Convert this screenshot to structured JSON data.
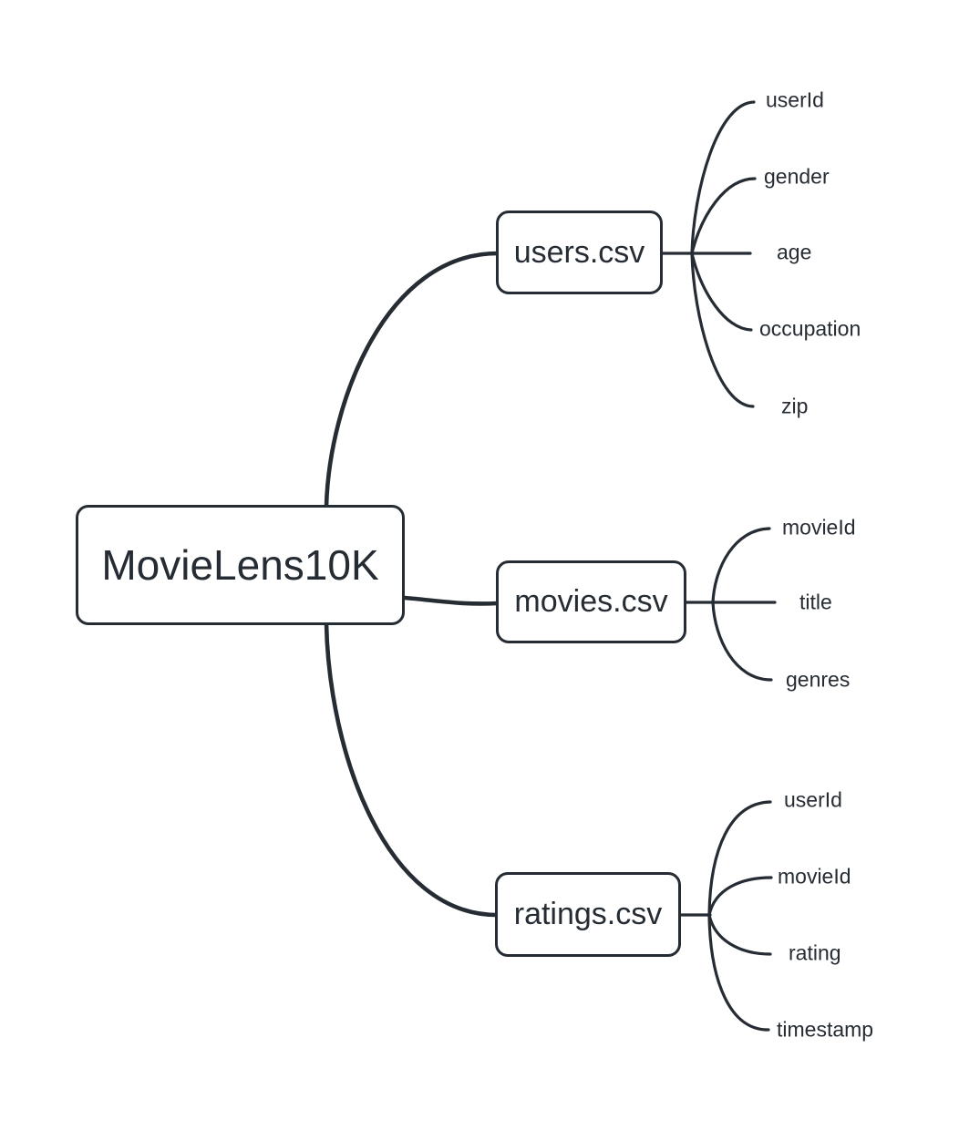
{
  "diagram": {
    "type": "mindmap",
    "colors": {
      "ink": "#262c33",
      "background": "#ffffff",
      "node_fill": "#ffffff"
    },
    "root": {
      "label": "MovieLens10K"
    },
    "branches": [
      {
        "label": "users.csv",
        "leaves": [
          "userId",
          "gender",
          "age",
          "occupation",
          "zip"
        ]
      },
      {
        "label": "movies.csv",
        "leaves": [
          "movieId",
          "title",
          "genres"
        ]
      },
      {
        "label": "ratings.csv",
        "leaves": [
          "userId",
          "movieId",
          "rating",
          "timestamp"
        ]
      }
    ]
  }
}
